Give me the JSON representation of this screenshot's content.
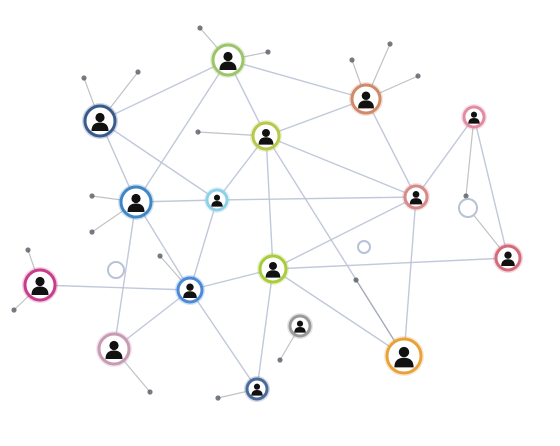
{
  "scene": {
    "description_free": true,
    "background": "#ffffff",
    "line_color": "#b9c2d6",
    "person_icon": "person-silhouette-icon",
    "nodes": [
      {
        "id": "n1",
        "ring": "#9cc46a",
        "icon": "person-silhouette-icon"
      },
      {
        "id": "n2",
        "ring": "#3a5a8c",
        "icon": "person-silhouette-icon"
      },
      {
        "id": "n3",
        "ring": "#d08a6a",
        "icon": "person-silhouette-icon"
      },
      {
        "id": "n4",
        "ring": "#b8c84a",
        "icon": "person-silhouette-icon"
      },
      {
        "id": "n5",
        "ring": "#d78a8a",
        "icon": "person-silhouette-icon"
      },
      {
        "id": "n6",
        "ring": "#3f86c4",
        "icon": "person-silhouette-icon"
      },
      {
        "id": "n7",
        "ring": "#8fd0e8",
        "icon": "person-silhouette-icon"
      },
      {
        "id": "n8",
        "ring": "#e38ba0",
        "icon": "person-silhouette-icon"
      },
      {
        "id": "n9",
        "ring": "#c83c8a",
        "icon": "person-silhouette-icon"
      },
      {
        "id": "n10",
        "ring": "#4a8ad6",
        "icon": "person-silhouette-icon"
      },
      {
        "id": "n11",
        "ring": "#a8cc3c",
        "icon": "person-silhouette-icon"
      },
      {
        "id": "n12",
        "ring": "#d46a7a",
        "icon": "person-silhouette-icon"
      },
      {
        "id": "n13",
        "ring": "#c89ab4",
        "icon": "person-silhouette-icon"
      },
      {
        "id": "n14",
        "ring": "#9a9a9a",
        "icon": "person-silhouette-icon"
      },
      {
        "id": "n15",
        "ring": "#e8a23a",
        "icon": "person-silhouette-icon"
      },
      {
        "id": "n16",
        "ring": "#4a6a9a",
        "icon": "person-silhouette-icon"
      }
    ]
  }
}
